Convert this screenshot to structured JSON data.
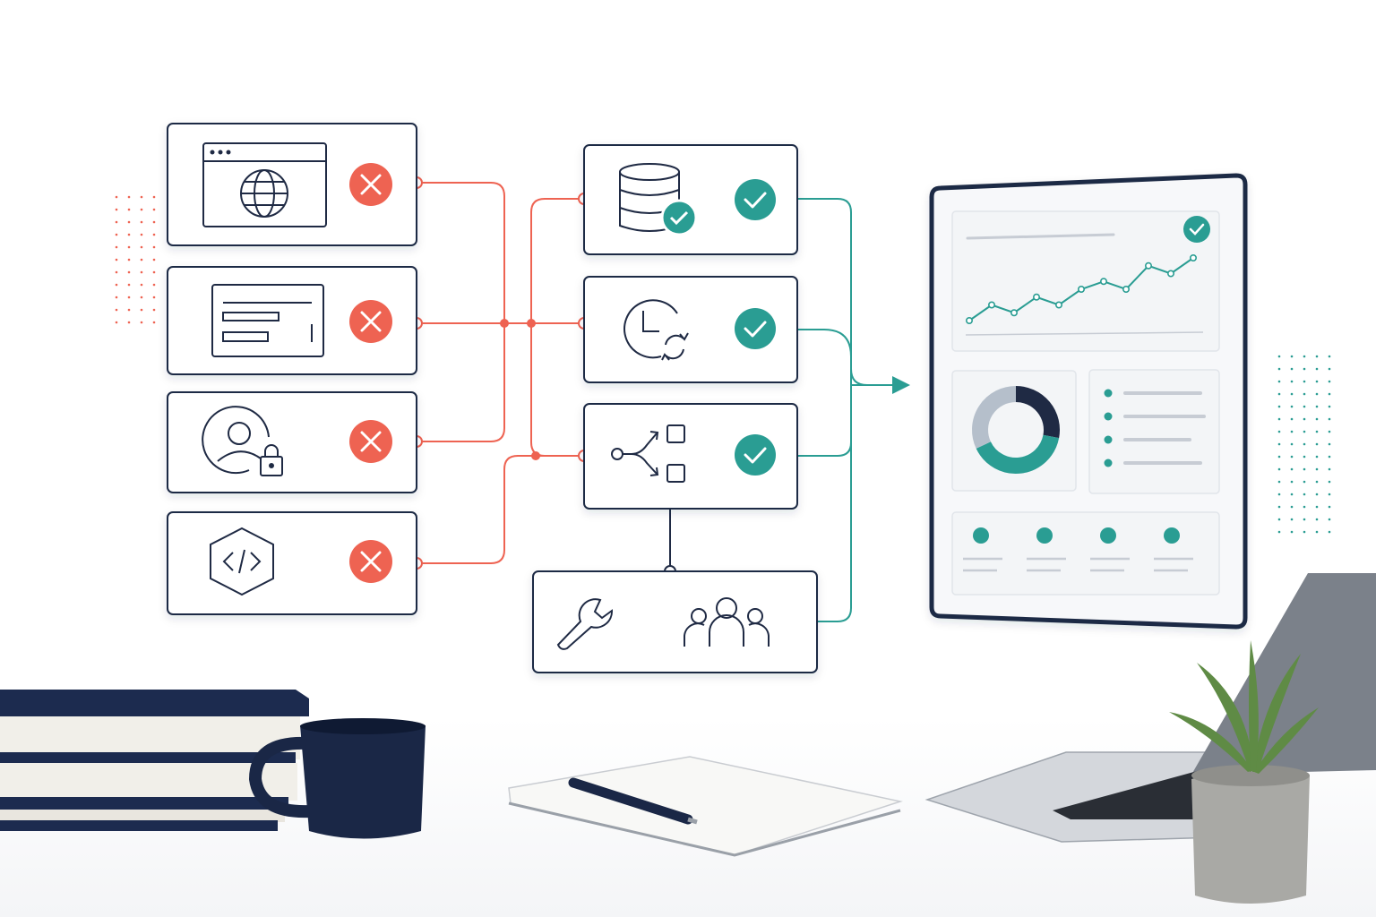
{
  "colors": {
    "navy": "#1f2a44",
    "error_red": "#ee6352",
    "success_teal": "#2a9d93",
    "card_fill": "#ffffff",
    "panel_fill": "#f4f6f8",
    "muted_gray": "#c7ccd4",
    "donut_gray": "#b5bfcb"
  },
  "diagram": {
    "failing_nodes": [
      {
        "icon": "browser-globe-icon",
        "status": "error",
        "status_icon": "x-circle-icon"
      },
      {
        "icon": "form-window-icon",
        "status": "error",
        "status_icon": "x-circle-icon"
      },
      {
        "icon": "user-lock-icon",
        "status": "error",
        "status_icon": "x-circle-icon"
      },
      {
        "icon": "code-hexagon-icon",
        "status": "error",
        "status_icon": "x-circle-icon"
      }
    ],
    "passing_nodes": [
      {
        "icon": "database-check-icon",
        "status": "success",
        "status_icon": "check-circle-icon"
      },
      {
        "icon": "clock-refresh-icon",
        "status": "success",
        "status_icon": "check-circle-icon"
      },
      {
        "icon": "branch-workflow-icon",
        "status": "success",
        "status_icon": "check-circle-icon"
      }
    ],
    "support_node": {
      "icons": [
        "wrench-icon",
        "team-icon"
      ]
    },
    "output": {
      "status_icon": "check-circle-icon",
      "line_chart": {
        "type": "line",
        "y": [
          1,
          3,
          2,
          4,
          3,
          5,
          6,
          5,
          8,
          7,
          9
        ]
      },
      "donut": {
        "type": "pie",
        "values": [
          0.28,
          0.4,
          0.32
        ]
      },
      "list_bullets": 4,
      "kpi_dots": 4
    }
  }
}
